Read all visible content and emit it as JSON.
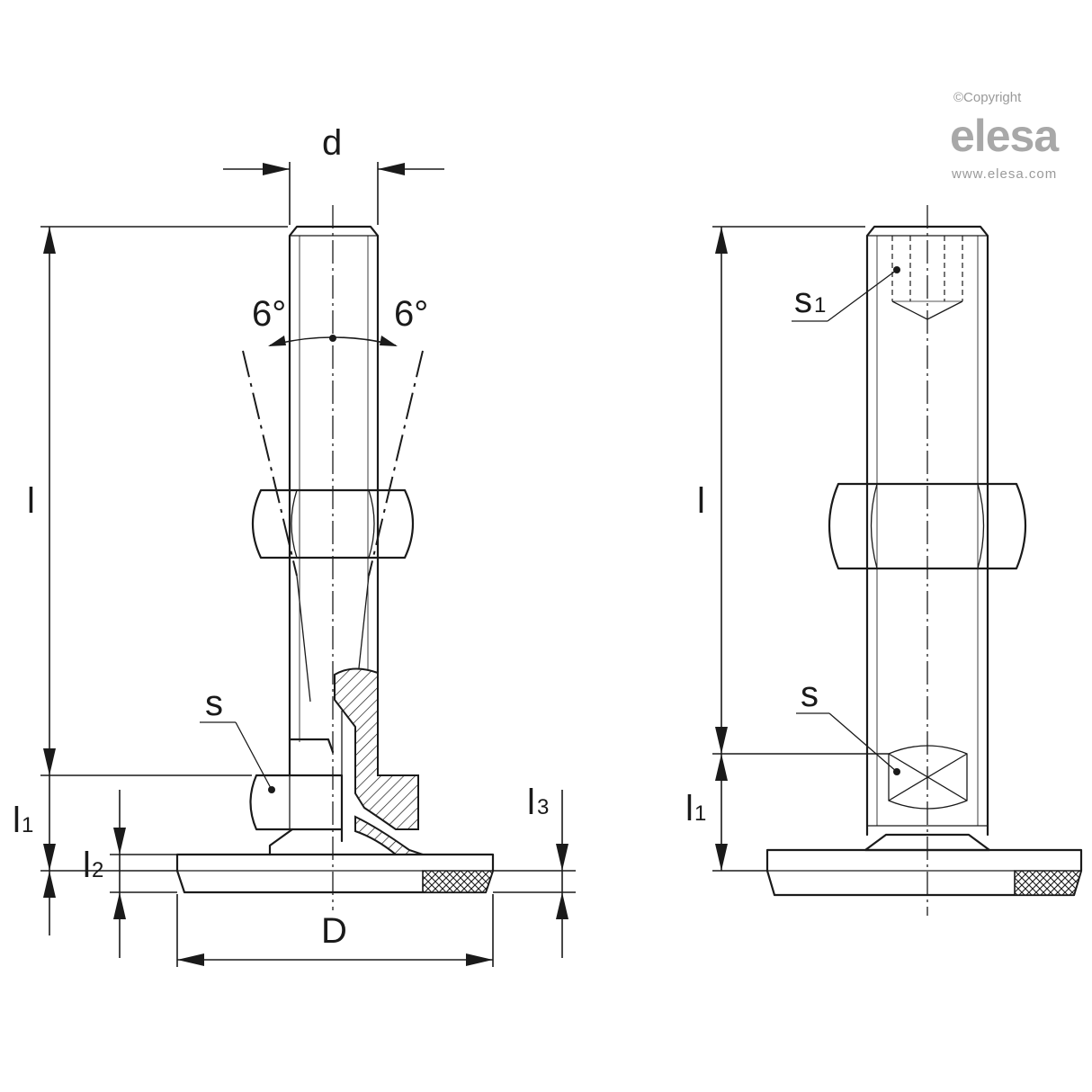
{
  "watermark": {
    "copyright": "©Copyright",
    "logo": "elesa",
    "url": "www.elesa.com"
  },
  "labels": {
    "d": "d",
    "l_left": "l",
    "l_right": "l",
    "angle_left": "6°",
    "angle_right": "6°",
    "s_left": "s",
    "s_right": "s",
    "s1_main": "s",
    "s1_sub": "1",
    "l1_left_main": "l",
    "l1_left_sub": "1",
    "l1_right_main": "l",
    "l1_right_sub": "1",
    "l2_main": "l",
    "l2_sub": "2",
    "l3_main": "l",
    "l3_sub": "3",
    "D": "D"
  }
}
